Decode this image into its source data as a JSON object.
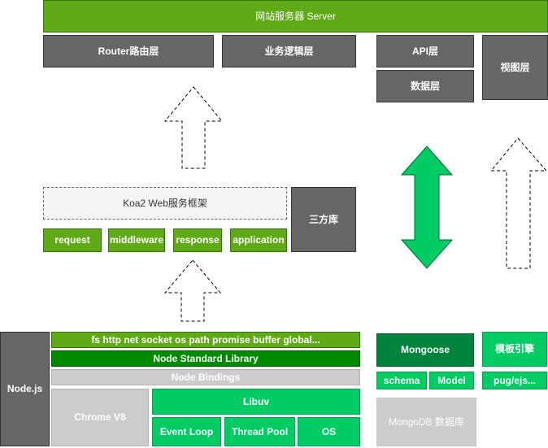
{
  "server": {
    "title": "网站服务器 Server"
  },
  "server_layers": {
    "router": "Router路由层",
    "logic": "业务逻辑层",
    "api": "API层",
    "data": "数据层",
    "view": "视图层"
  },
  "koa": {
    "title": "Koa2 Web服务框架",
    "third_party": "三方库",
    "modules": [
      "request",
      "middleware",
      "response",
      "application"
    ]
  },
  "node": {
    "label": "Node.js",
    "modules": "fs http net socket os path promise buffer global...",
    "standard_library": "Node Standard Library",
    "bindings": "Node Bindings",
    "v8": "Chrome V8",
    "libuv": "Libuv",
    "event_loop": "Event Loop",
    "thread_pool": "Thread Pool",
    "os": "OS"
  },
  "mongo": {
    "title": "Mongoose",
    "schema": "schema",
    "model": "Model",
    "db": "MongoDB 数据库"
  },
  "template": {
    "title": "模板引擎",
    "engines": "pug/ejs..."
  },
  "colors": {
    "green": "#60a917",
    "dark_green": "#008a00",
    "gray": "#666666",
    "light_gray": "#cccccc",
    "emerald": "#00cc66",
    "mongoose_green": "#00843d"
  }
}
